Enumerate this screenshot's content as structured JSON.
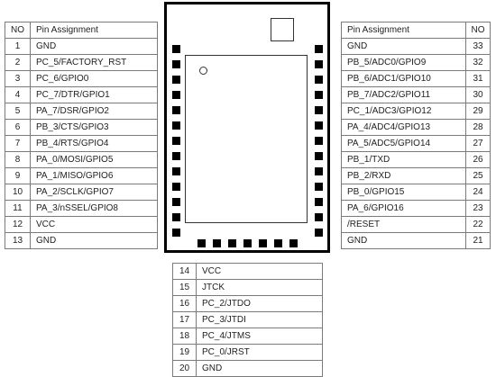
{
  "left_table": {
    "header": {
      "no": "NO",
      "name": "Pin Assignment"
    },
    "rows": [
      {
        "no": "1",
        "name": "GND"
      },
      {
        "no": "2",
        "name": "PC_5/FACTORY_RST"
      },
      {
        "no": "3",
        "name": "PC_6/GPIO0"
      },
      {
        "no": "4",
        "name": "PC_7/DTR/GPIO1"
      },
      {
        "no": "5",
        "name": "PA_7/DSR/GPIO2"
      },
      {
        "no": "6",
        "name": "PB_3/CTS/GPIO3"
      },
      {
        "no": "7",
        "name": "PB_4/RTS/GPIO4"
      },
      {
        "no": "8",
        "name": "PA_0/MOSI/GPIO5"
      },
      {
        "no": "9",
        "name": "PA_1/MISO/GPIO6"
      },
      {
        "no": "10",
        "name": "PA_2/SCLK/GPIO7"
      },
      {
        "no": "11",
        "name": "PA_3/nSSEL/GPIO8"
      },
      {
        "no": "12",
        "name": "VCC"
      },
      {
        "no": "13",
        "name": "GND"
      }
    ]
  },
  "right_table": {
    "header": {
      "name": "Pin Assignment",
      "no": "NO"
    },
    "rows": [
      {
        "name": "GND",
        "no": "33"
      },
      {
        "name": "PB_5/ADC0/GPIO9",
        "no": "32"
      },
      {
        "name": "PB_6/ADC1/GPIO10",
        "no": "31"
      },
      {
        "name": "PB_7/ADC2/GPIO11",
        "no": "30"
      },
      {
        "name": "PC_1/ADC3/GPIO12",
        "no": "29"
      },
      {
        "name": "PA_4/ADC4/GPIO13",
        "no": "28"
      },
      {
        "name": "PA_5/ADC5/GPIO14",
        "no": "27"
      },
      {
        "name": "PB_1/TXD",
        "no": "26"
      },
      {
        "name": "PB_2/RXD",
        "no": "25"
      },
      {
        "name": "PB_0/GPIO15",
        "no": "24"
      },
      {
        "name": "PA_6/GPIO16",
        "no": "23"
      },
      {
        "name": "/RESET",
        "no": "22"
      },
      {
        "name": "GND",
        "no": "21"
      }
    ]
  },
  "bottom_table": {
    "rows": [
      {
        "no": "14",
        "name": "VCC"
      },
      {
        "no": "15",
        "name": "JTCK"
      },
      {
        "no": "16",
        "name": "PC_2/JTDO"
      },
      {
        "no": "17",
        "name": "PC_3/JTDI"
      },
      {
        "no": "18",
        "name": "PC_4/JTMS"
      },
      {
        "no": "19",
        "name": "PC_0/JRST"
      },
      {
        "no": "20",
        "name": "GND"
      }
    ]
  }
}
